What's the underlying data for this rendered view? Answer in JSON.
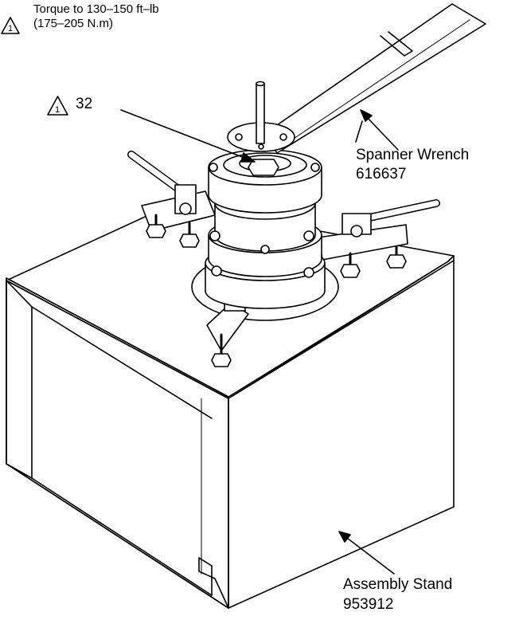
{
  "note": {
    "symbol": "1",
    "line1": "Torque to 130–150 ft–lb",
    "line2": "(175–205 N.m)"
  },
  "callouts": {
    "item": {
      "symbol": "1",
      "number": "32"
    },
    "spanner": {
      "line1": "Spanner Wrench",
      "line2": "616637"
    },
    "stand": {
      "line1": "Assembly Stand",
      "line2": "953912"
    }
  },
  "colors": {
    "ink": "#000000",
    "paper": "#ffffff"
  }
}
